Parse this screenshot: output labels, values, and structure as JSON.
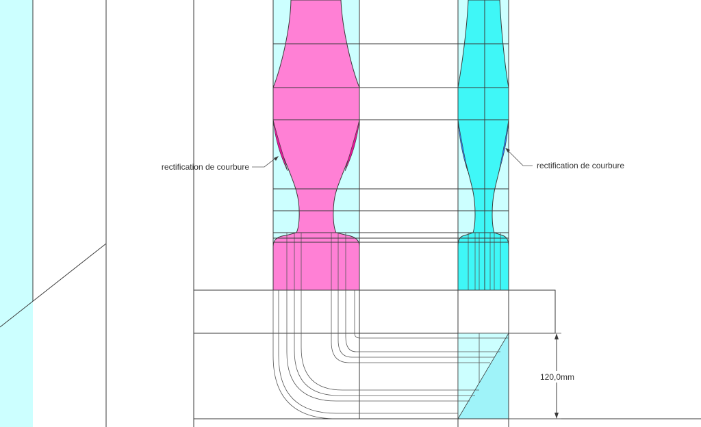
{
  "annotations": {
    "left_label": "rectification de courbure",
    "right_label": "rectification de courbure"
  },
  "dimension": {
    "label": "120,0mm"
  },
  "colors": {
    "magenta_body": "#ff80d5",
    "magenta_edge": "#e8149a",
    "cyan_body": "#3ff7f7",
    "cyan_edge": "#2a7ff0",
    "light_cyan": "#ccffff",
    "tri_cyan": "#9ff3f9",
    "stroke": "#3a3a3a"
  }
}
